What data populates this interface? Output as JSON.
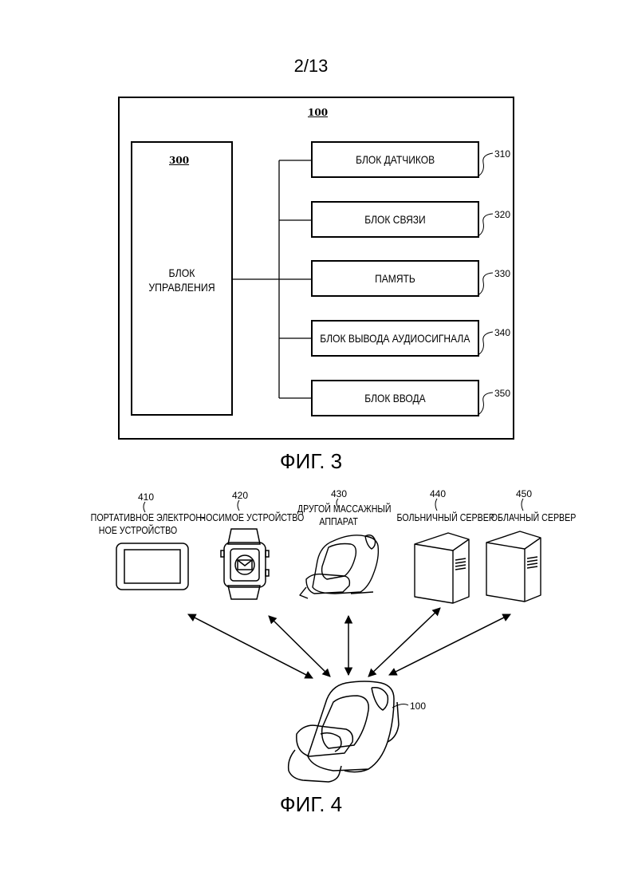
{
  "page_number": "2/13",
  "fig3": {
    "caption": "ФИГ. 3",
    "device_ref": "100",
    "control": {
      "ref": "300",
      "label_line1": "БЛОК",
      "label_line2": "УПРАВЛЕНИЯ"
    },
    "blocks": [
      {
        "label": "БЛОК ДАТЧИКОВ",
        "ref": "310"
      },
      {
        "label": "БЛОК СВЯЗИ",
        "ref": "320"
      },
      {
        "label": "ПАМЯТЬ",
        "ref": "330"
      },
      {
        "label": "БЛОК ВЫВОДА АУДИОСИГНАЛА",
        "ref": "340"
      },
      {
        "label": "БЛОК ВВОДА",
        "ref": "350"
      }
    ]
  },
  "fig4": {
    "caption": "ФИГ. 4",
    "devices": [
      {
        "ref": "410",
        "line1": "ПОРТАТИВНОЕ ЭЛЕКТРОН-",
        "line2": "НОЕ УСТРОЙСТВО"
      },
      {
        "ref": "420",
        "line1": "НОСИМОЕ УСТРОЙСТВО",
        "line2": ""
      },
      {
        "ref": "430",
        "line1": "ДРУГОЙ МАССАЖНЫЙ",
        "line2": "АППАРАТ"
      },
      {
        "ref": "440",
        "line1": "БОЛЬНИЧНЫЙ СЕРВЕР",
        "line2": ""
      },
      {
        "ref": "450",
        "line1": "ОБЛАЧНЫЙ СЕРВЕР",
        "line2": ""
      }
    ],
    "center_ref": "100"
  }
}
